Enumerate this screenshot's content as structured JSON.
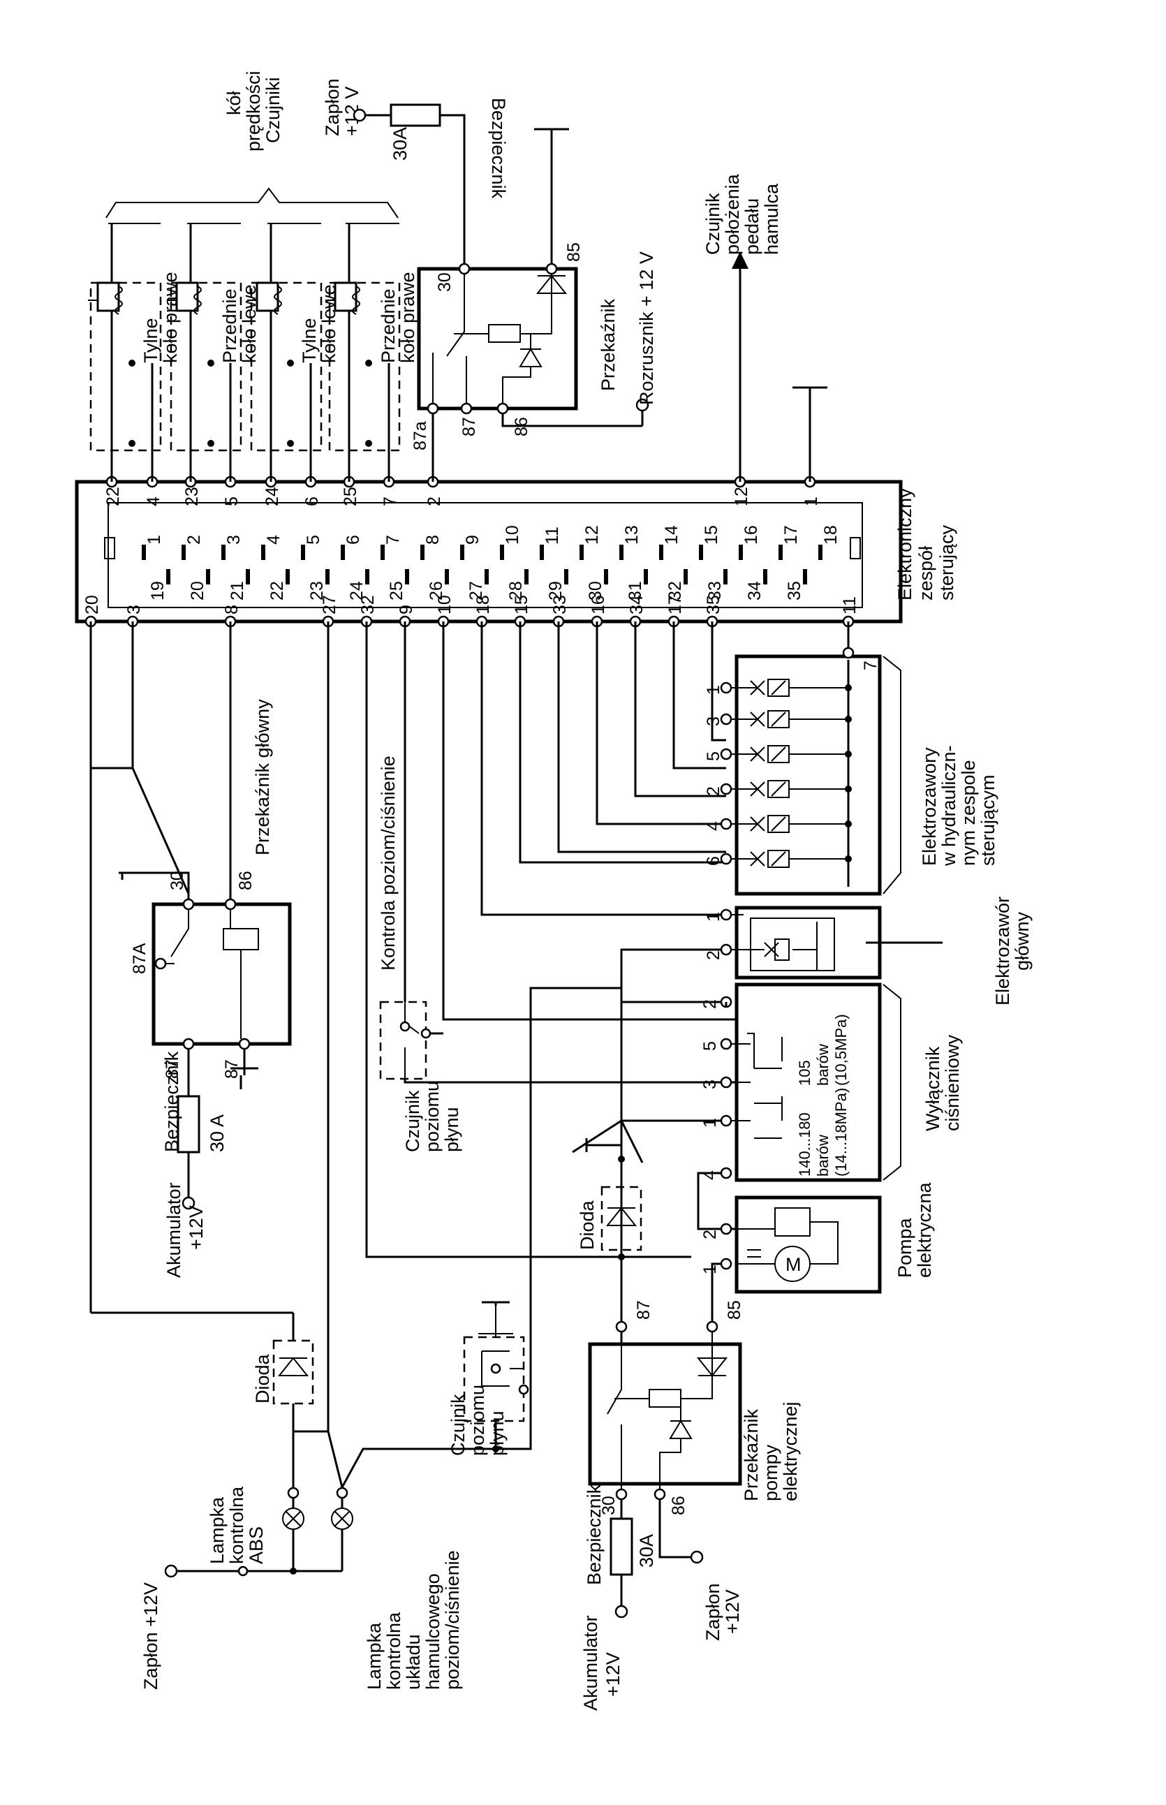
{
  "ecu": {
    "label": [
      "Elektroniczny",
      "zespół",
      "sterujący"
    ],
    "top_pins": [
      "22",
      "4",
      "23",
      "5",
      "24",
      "6",
      "25",
      "7",
      "2",
      "12",
      "1"
    ],
    "bottom_pins": [
      "20",
      "3",
      "8",
      "27",
      "32",
      "9",
      "10",
      "18",
      "15",
      "33",
      "16",
      "34",
      "17",
      "35",
      "11"
    ],
    "inner_upper": [
      "1",
      "2",
      "3",
      "4",
      "5",
      "6",
      "7",
      "8",
      "9",
      "10",
      "11",
      "12",
      "13",
      "14",
      "15",
      "16",
      "17",
      "18"
    ],
    "inner_lower": [
      "19",
      "20",
      "21",
      "22",
      "23",
      "24",
      "25",
      "26",
      "27",
      "28",
      "29",
      "30",
      "31",
      "32",
      "33",
      "34",
      "35"
    ]
  },
  "wheel_sensors": {
    "group_label": [
      "Czujniki",
      "prędkości",
      "kół"
    ],
    "items": [
      {
        "label": [
          "Tylne",
          "koło prawe"
        ]
      },
      {
        "label": [
          "Przednie",
          "koło lewe"
        ]
      },
      {
        "label": [
          "Tylne",
          "koło lewe"
        ]
      },
      {
        "label": [
          "Przednie",
          "koło prawe"
        ]
      }
    ]
  },
  "ignition_fuse_top": {
    "supply": [
      "Zapłon",
      "+12 V"
    ],
    "fuse_label": "Bezpiecznik",
    "fuse_rating": "30A"
  },
  "starter_relay": {
    "label": "Przekaźnik",
    "pins": [
      "30",
      "85",
      "87a",
      "87",
      "86"
    ],
    "starter_label": "Rozrusznik + 12 V"
  },
  "brake_pedal": {
    "label": [
      "Czujnik",
      "położenia",
      "pedału",
      "hamulca"
    ]
  },
  "main_relay": {
    "label": "Przekaźnik główny",
    "pins": [
      "30",
      "86",
      "87A",
      "87",
      "87"
    ]
  },
  "battery_left": {
    "label": [
      "Akumulator",
      "+12V"
    ],
    "fuse_label": "Bezpiecznik",
    "fuse_rating": "30 A"
  },
  "level_pressure_label": "Kontrola poziom/ciśnienie",
  "fluid_sensor_1": {
    "label": [
      "Czujnik",
      "poziomu",
      "płynu"
    ]
  },
  "fluid_sensor_2": {
    "label": [
      "Czujnik",
      "poziomu",
      "płynu"
    ]
  },
  "diode_1": {
    "label": "Dioda"
  },
  "diode_2": {
    "label": "Dioda"
  },
  "solenoids": {
    "label": [
      "Elektrozawory",
      "w hydrauliczn-",
      "nym zespole",
      "sterującym"
    ],
    "pin_numbers": [
      "1",
      "3",
      "5",
      "2",
      "4",
      "6"
    ],
    "common_pin": "7"
  },
  "main_valve": {
    "label": [
      "Elektrozawór",
      "główny"
    ],
    "pins": [
      "1",
      "2"
    ]
  },
  "pressure_switch": {
    "label": [
      "Wyłącznik",
      "ciśnieniowy"
    ],
    "pins": [
      "2",
      "5",
      "3",
      "1",
      "4"
    ],
    "low_range": [
      "140...180",
      "barów",
      "(14...18MPa)"
    ],
    "high_range": [
      "105",
      "barów",
      "(10,5MPa)"
    ]
  },
  "pump": {
    "label": [
      "Pompa",
      "elektryczna"
    ],
    "pins": [
      "2",
      "1"
    ],
    "motor": "M"
  },
  "pump_relay": {
    "label": [
      "Przekaźnik",
      "pompy",
      "elektrycznej"
    ],
    "pins": [
      "87",
      "85",
      "30",
      "86"
    ]
  },
  "battery_bottom": {
    "label": [
      "Akumulator",
      "+12V"
    ],
    "fuse_label": "Bezpiecznik",
    "fuse_rating": "30A"
  },
  "ignition_bottom": {
    "label": [
      "Zapłon",
      "+12V"
    ]
  },
  "ignition_left": {
    "label": "Zapłon +12V"
  },
  "abs_lamp": {
    "label": [
      "Lampka",
      "kontrolna",
      "ABS"
    ]
  },
  "brake_lamp": {
    "label": [
      "Lampka",
      "kontrolna",
      "układu",
      "hamulcowego",
      "poziom/ciśnienie"
    ]
  }
}
